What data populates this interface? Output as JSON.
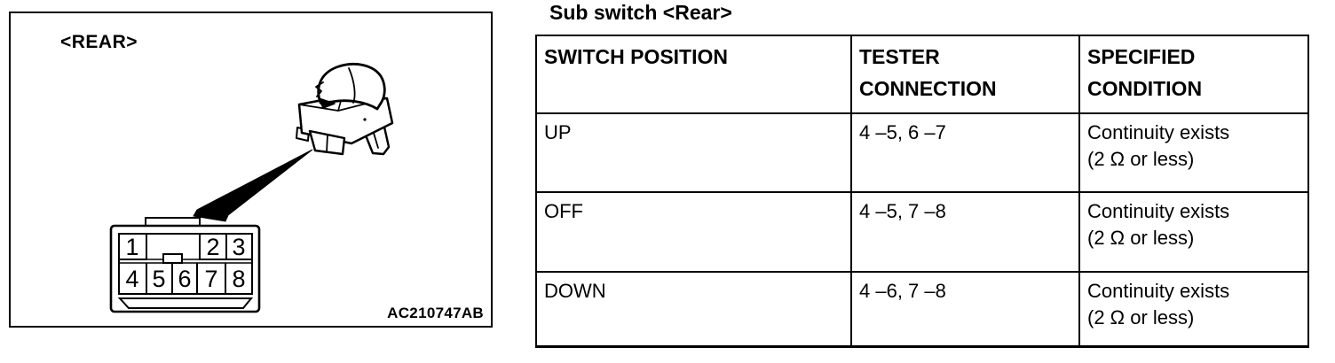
{
  "figure": {
    "label": "<REAR>",
    "code": "AC210747AB",
    "pins": [
      "1",
      "2",
      "3",
      "4",
      "5",
      "6",
      "7",
      "8"
    ]
  },
  "table": {
    "title": "Sub switch <Rear>",
    "headers": [
      {
        "lines": [
          "SWITCH POSITION",
          ""
        ]
      },
      {
        "lines": [
          "TESTER",
          "CONNECTION"
        ]
      },
      {
        "lines": [
          "SPECIFIED",
          "CONDITION"
        ]
      }
    ],
    "rows": [
      {
        "position": "UP",
        "connection": "4 –5, 6 –7",
        "condition": [
          "Continuity exists",
          "(2 Ω or less)"
        ]
      },
      {
        "position": "OFF",
        "connection": "4 –5, 7 –8",
        "condition": [
          "Continuity exists",
          "(2 Ω or less)"
        ]
      },
      {
        "position": "DOWN",
        "connection": "4 –6, 7 –8",
        "condition": [
          "Continuity exists",
          "(2 Ω or less)"
        ]
      }
    ]
  },
  "colors": {
    "ink": "#000000",
    "paper": "#ffffff"
  }
}
